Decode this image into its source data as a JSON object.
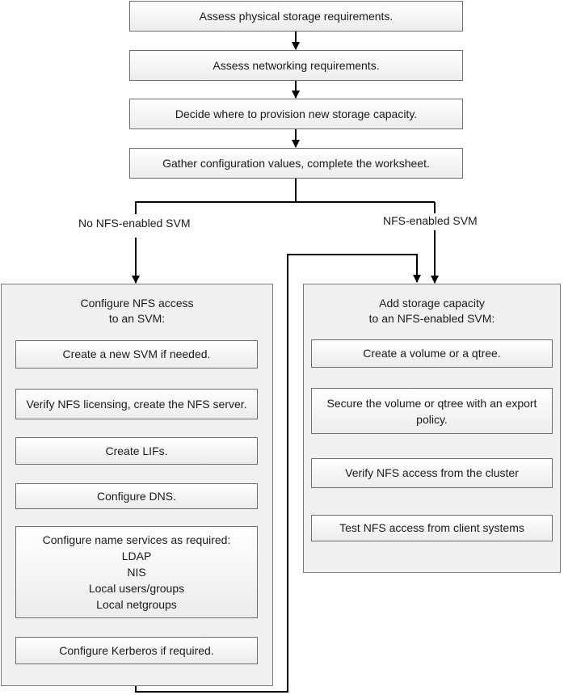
{
  "top_steps": [
    "Assess physical storage requirements.",
    "Assess networking requirements.",
    "Decide where to provision new storage capacity.",
    "Gather configuration values, complete the worksheet."
  ],
  "branches": {
    "left": "No NFS-enabled SVM",
    "right": "NFS-enabled SVM"
  },
  "left_panel": {
    "title_line1": "Configure NFS access",
    "title_line2": "to an SVM:",
    "steps": {
      "create_svm": "Create a new SVM if needed.",
      "verify_licensing": "Verify NFS licensing, create the NFS server.",
      "create_lifs": "Create LIFs.",
      "configure_dns": "Configure DNS.",
      "name_services": {
        "heading": "Configure name services as required:",
        "items": [
          "LDAP",
          "NIS",
          "Local users/groups",
          "Local netgroups"
        ]
      },
      "kerberos": "Configure Kerberos if required."
    }
  },
  "right_panel": {
    "title_line1": "Add storage capacity",
    "title_line2": "to an NFS-enabled SVM:",
    "steps": {
      "create_volume": "Create a volume or a qtree.",
      "secure_line1": "Secure the volume or qtree with an export",
      "secure_line2": "policy.",
      "verify_access": "Verify NFS access from the cluster",
      "test_access": "Test NFS access from client systems"
    }
  },
  "colors": {
    "connector": "#000000",
    "connector_light": "#4a4a4a",
    "panel_bg": "#f0f0f0",
    "box_border": "#6e6e6e"
  }
}
